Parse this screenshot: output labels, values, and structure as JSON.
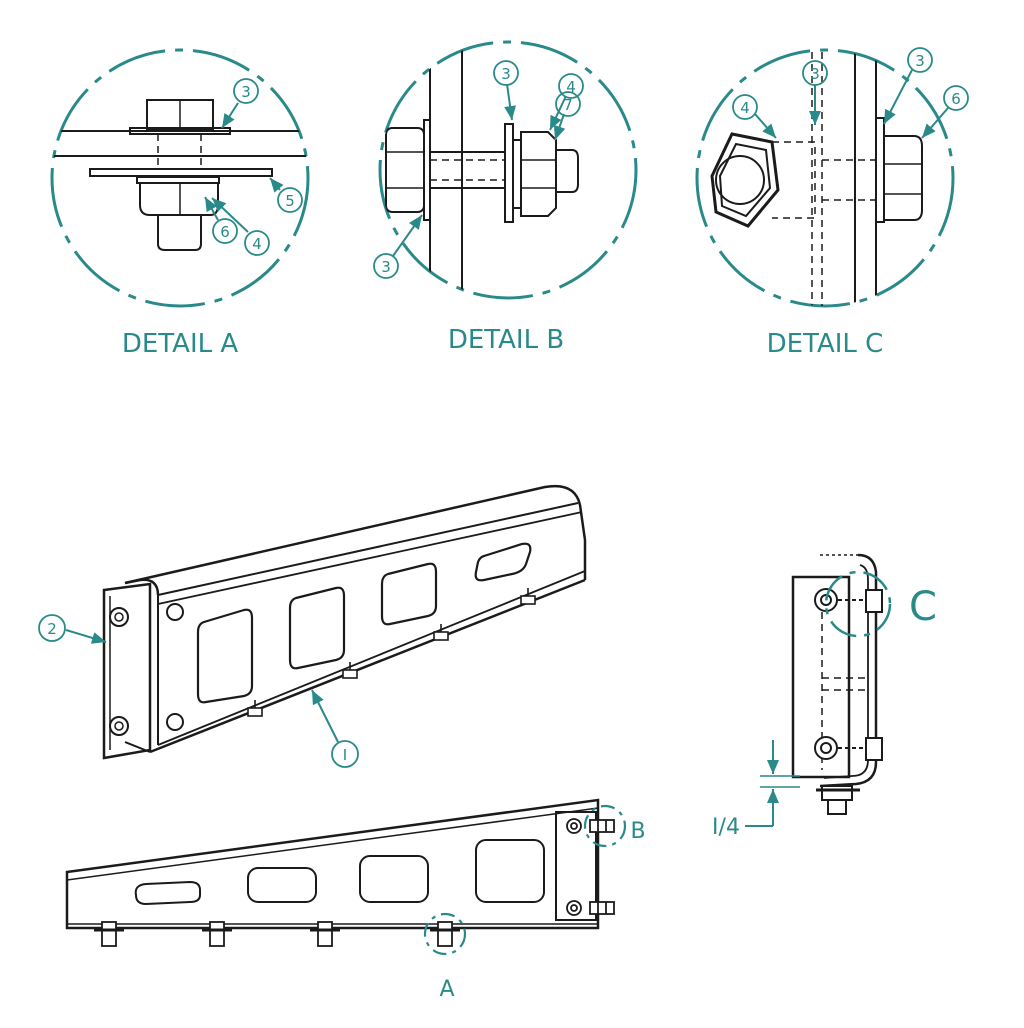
{
  "details": {
    "a": {
      "title": "DETAIL A",
      "balloons": [
        "3",
        "5",
        "6",
        "4"
      ]
    },
    "b": {
      "title": "DETAIL B",
      "balloons": [
        "3",
        "4",
        "7",
        "3"
      ]
    },
    "c": {
      "title": "DETAIL C",
      "balloons": [
        "4",
        "3",
        "3",
        "6"
      ]
    }
  },
  "balloons_main": {
    "iso_two": "2",
    "iso_one": "I"
  },
  "view_labels": {
    "a": "A",
    "b": "B",
    "c": "C"
  },
  "dimension": {
    "value": "I/4"
  },
  "colors": {
    "annotation": "#2a8a8a",
    "linework": "#1b1b1b",
    "background": "#ffffff"
  }
}
